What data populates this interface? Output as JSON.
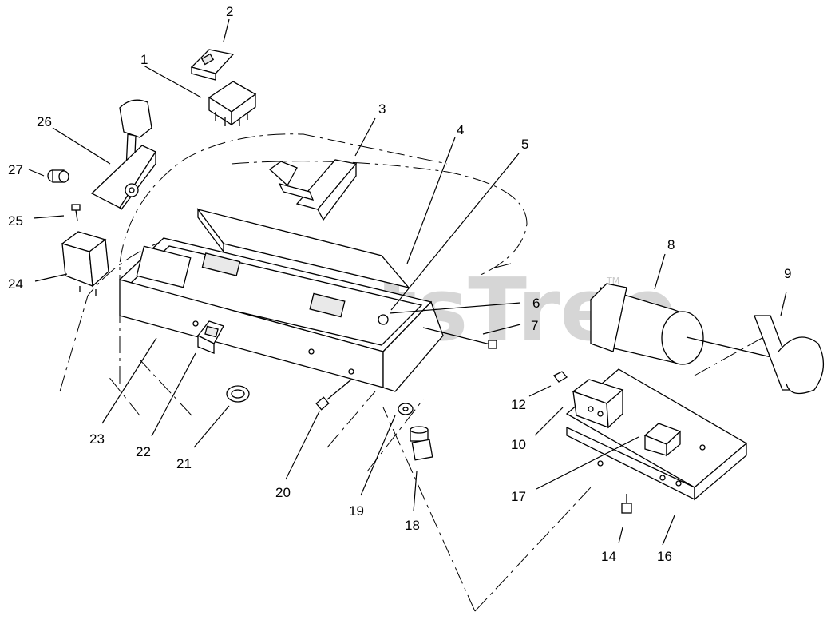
{
  "watermark": {
    "text": "PartsTree",
    "trademark": "TM"
  },
  "callouts": {
    "c1": "1",
    "c2": "2",
    "c3": "3",
    "c4": "4",
    "c5": "5",
    "c6": "6",
    "c7": "7",
    "c8": "8",
    "c9": "9",
    "c10": "10",
    "c12": "12",
    "c14": "14",
    "c16": "16",
    "c17": "17",
    "c18": "18",
    "c19": "19",
    "c20": "20",
    "c21": "21",
    "c22": "22",
    "c23": "23",
    "c24": "24",
    "c25": "25",
    "c26": "26",
    "c27": "27"
  }
}
